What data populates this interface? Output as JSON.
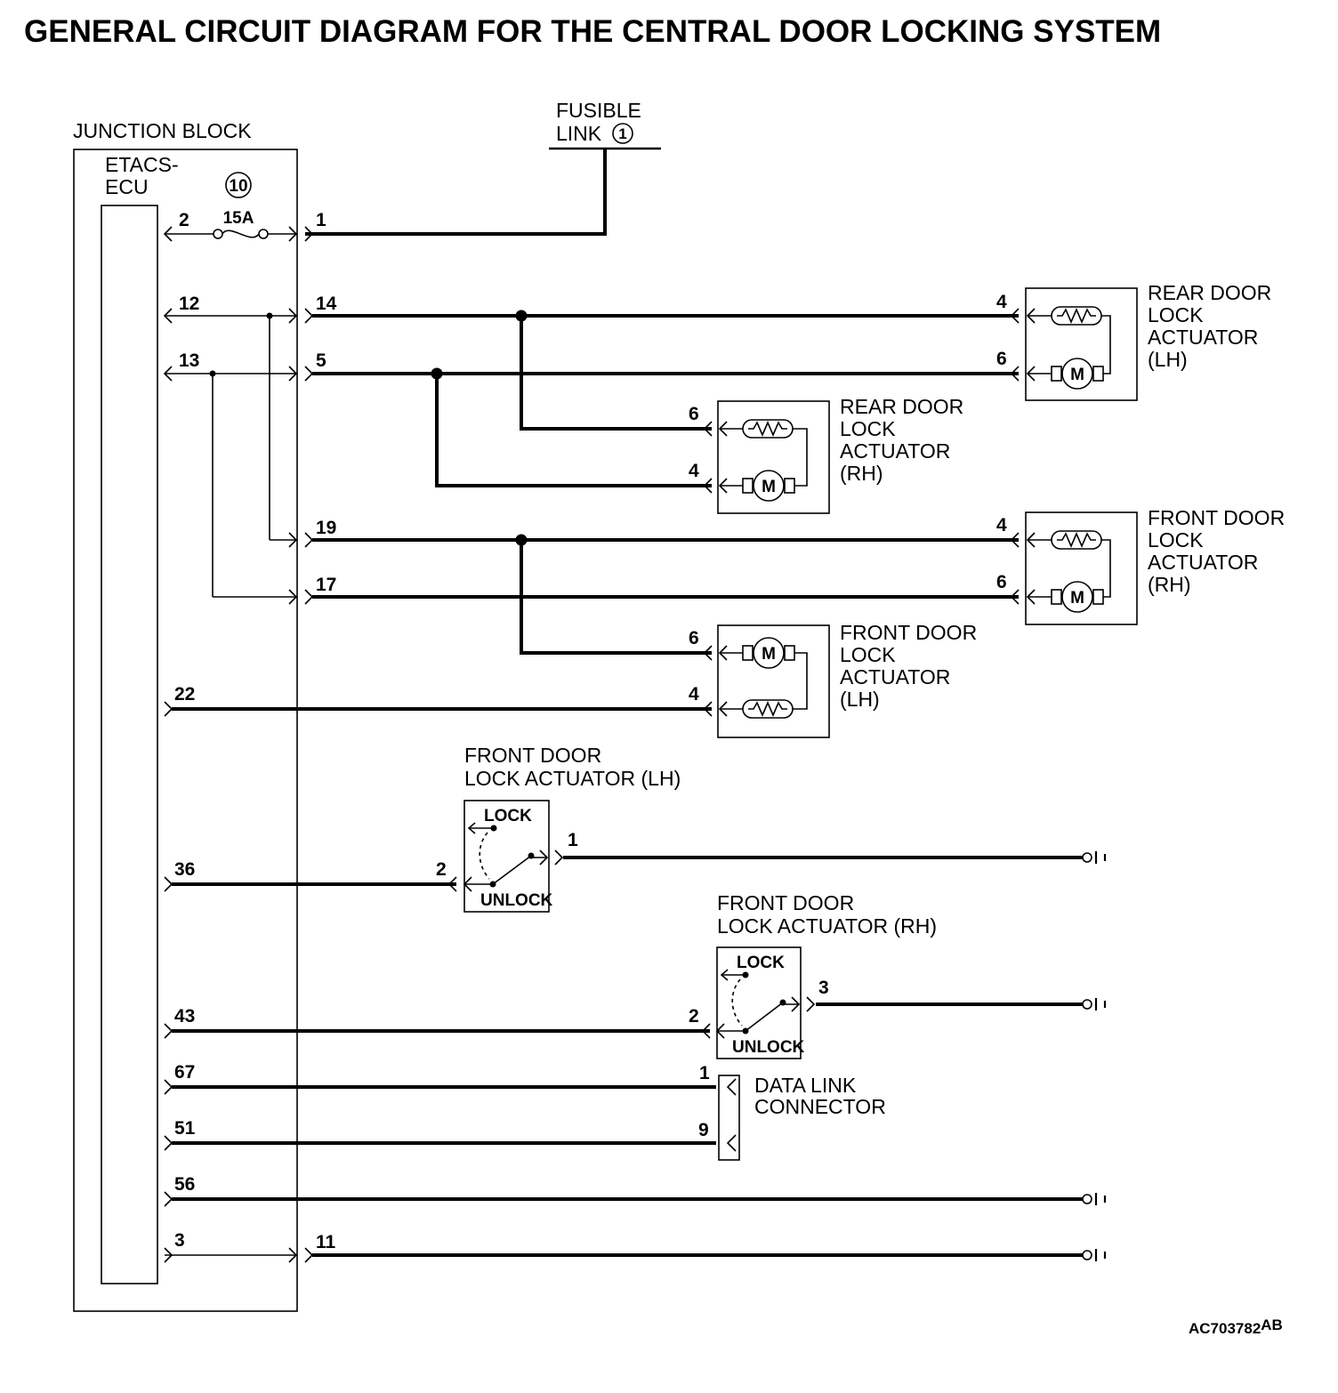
{
  "title": "GENERAL CIRCUIT DIAGRAM FOR THE CENTRAL DOOR LOCKING SYSTEM",
  "junction_block": {
    "label": "JUNCTION BLOCK",
    "ecu_line1": "ETACS-",
    "ecu_line2": "ECU",
    "fuse_number": "10",
    "fuse_rating": "15A"
  },
  "fusible_link": {
    "line1": "FUSIBLE",
    "line2": "LINK",
    "number": "1"
  },
  "ecu_pins": [
    "2",
    "12",
    "13",
    "22",
    "36",
    "43",
    "67",
    "51",
    "56",
    "3"
  ],
  "jb_pins": [
    "1",
    "14",
    "5",
    "19",
    "17",
    "11"
  ],
  "components": {
    "rear_lh": {
      "lines": [
        "REAR DOOR",
        "LOCK",
        "ACTUATOR",
        "(LH)"
      ],
      "pin_top": "4",
      "pin_bottom": "6"
    },
    "rear_rh": {
      "lines": [
        "REAR DOOR",
        "LOCK",
        "ACTUATOR",
        "(RH)"
      ],
      "pin_top": "6",
      "pin_bottom": "4"
    },
    "front_rh": {
      "lines": [
        "FRONT DOOR",
        "LOCK",
        "ACTUATOR",
        "(RH)"
      ],
      "pin_top": "4",
      "pin_bottom": "6"
    },
    "front_lh": {
      "lines": [
        "FRONT DOOR",
        "LOCK",
        "ACTUATOR",
        "(LH)"
      ],
      "pin_top": "6",
      "pin_bottom": "4"
    },
    "switch_lh": {
      "lines": [
        "FRONT DOOR",
        "LOCK ACTUATOR (LH)"
      ],
      "pin_in": "2",
      "pin_out": "1"
    },
    "switch_rh": {
      "lines": [
        "FRONT DOOR",
        "LOCK ACTUATOR (RH)"
      ],
      "pin_in": "2",
      "pin_out": "3"
    },
    "dlc": {
      "lines": [
        "DATA LINK",
        "CONNECTOR"
      ],
      "pin_top": "1",
      "pin_bottom": "9"
    }
  },
  "switch_text": {
    "lock": "LOCK",
    "unlock": "UNLOCK"
  },
  "motor_symbol": "M",
  "reference_code": "AC703782",
  "reference_suffix": "AB"
}
